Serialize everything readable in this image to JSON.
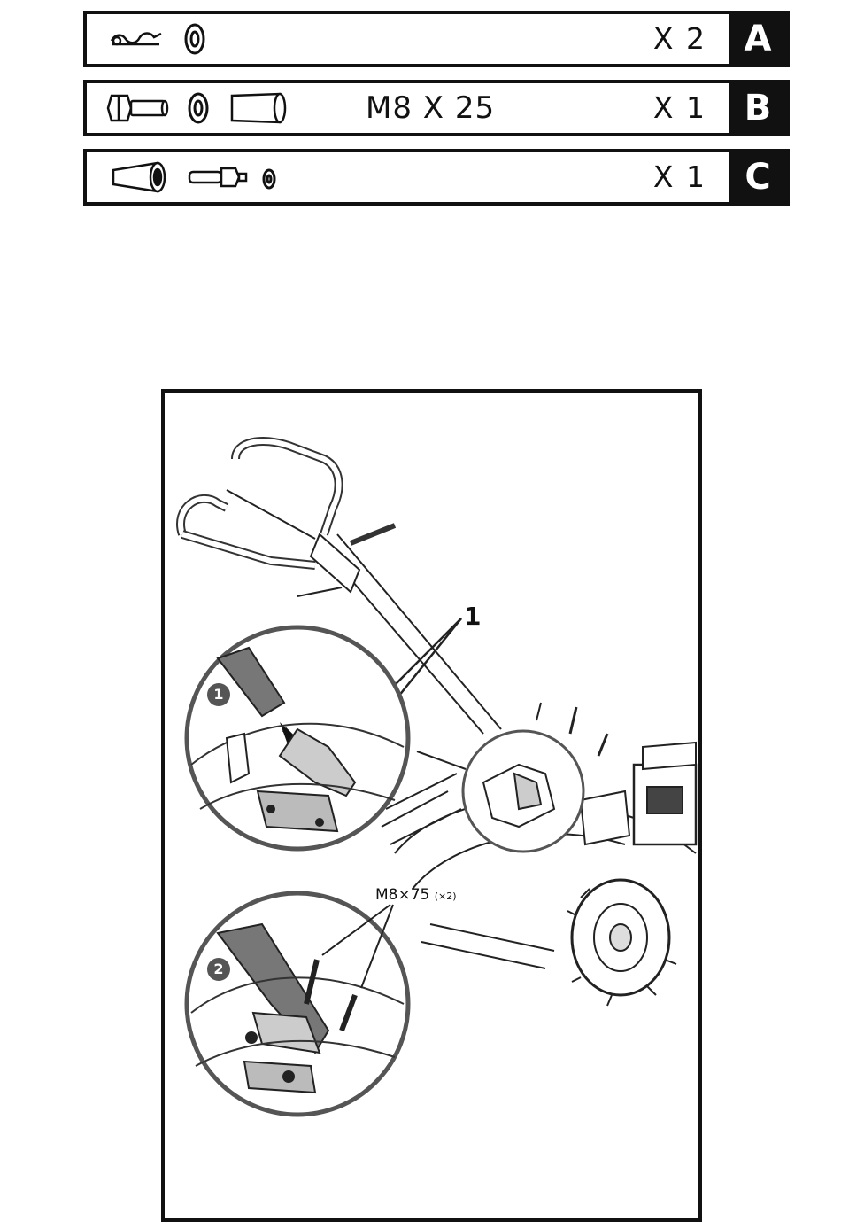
{
  "parts": [
    {
      "icons": [
        "hairpin-clip-icon",
        "washer-icon"
      ],
      "size": "",
      "qty": "X 2",
      "letter": "A"
    },
    {
      "icons": [
        "hex-bolt-icon",
        "washer-icon",
        "spacer-icon"
      ],
      "size": "M8 X 25",
      "qty": "X 1",
      "letter": "B"
    },
    {
      "icons": [
        "handle-grip-icon",
        "pin-icon",
        "nut-icon"
      ],
      "size": "",
      "qty": "X 1",
      "letter": "C"
    }
  ],
  "figure": {
    "callout": "1",
    "steps": [
      "1",
      "2"
    ],
    "bolt_label": "M8×75",
    "bolt_qty": "(×2)"
  }
}
